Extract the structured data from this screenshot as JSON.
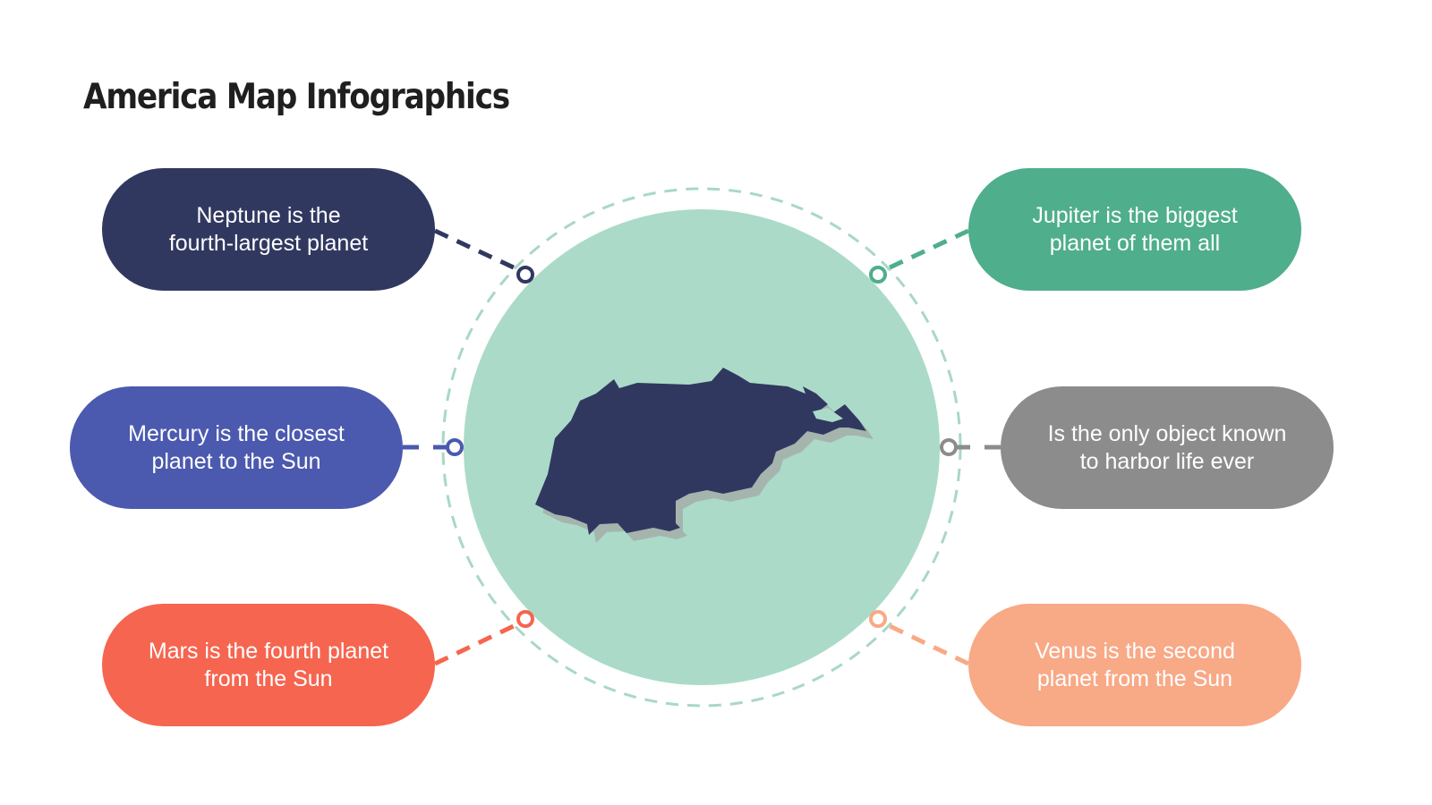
{
  "title": "America Map Infographics",
  "colors": {
    "navy": "#313860",
    "indigo": "#4b5aae",
    "coral": "#f6654f",
    "green": "#4fae8c",
    "gray": "#8c8c8c",
    "peach": "#f8a986",
    "circle_fill": "#abdbc8",
    "circle_dash": "#a8d8c6",
    "map_fill": "#313860",
    "map_shadow": "#a5b5ae"
  },
  "items": [
    {
      "id": "neptune",
      "line1": "Neptune is the",
      "line2": "fourth-largest planet",
      "color": "#313860"
    },
    {
      "id": "mercury",
      "line1": "Mercury is the closest",
      "line2": "planet to the Sun",
      "color": "#4b5aae"
    },
    {
      "id": "mars",
      "line1": "Mars is the fourth planet",
      "line2": "from the Sun",
      "color": "#f6654f"
    },
    {
      "id": "jupiter",
      "line1": "Jupiter is the biggest",
      "line2": "planet of them all",
      "color": "#4fae8c"
    },
    {
      "id": "earth",
      "line1": "Is the only object known",
      "line2": "to harbor life ever",
      "color": "#8c8c8c"
    },
    {
      "id": "venus",
      "line1": "Venus is the second",
      "line2": "planet from the Sun",
      "color": "#f8a986"
    }
  ],
  "map": {
    "label": "Honduras-shaped map silhouette",
    "icon": "map-silhouette"
  }
}
